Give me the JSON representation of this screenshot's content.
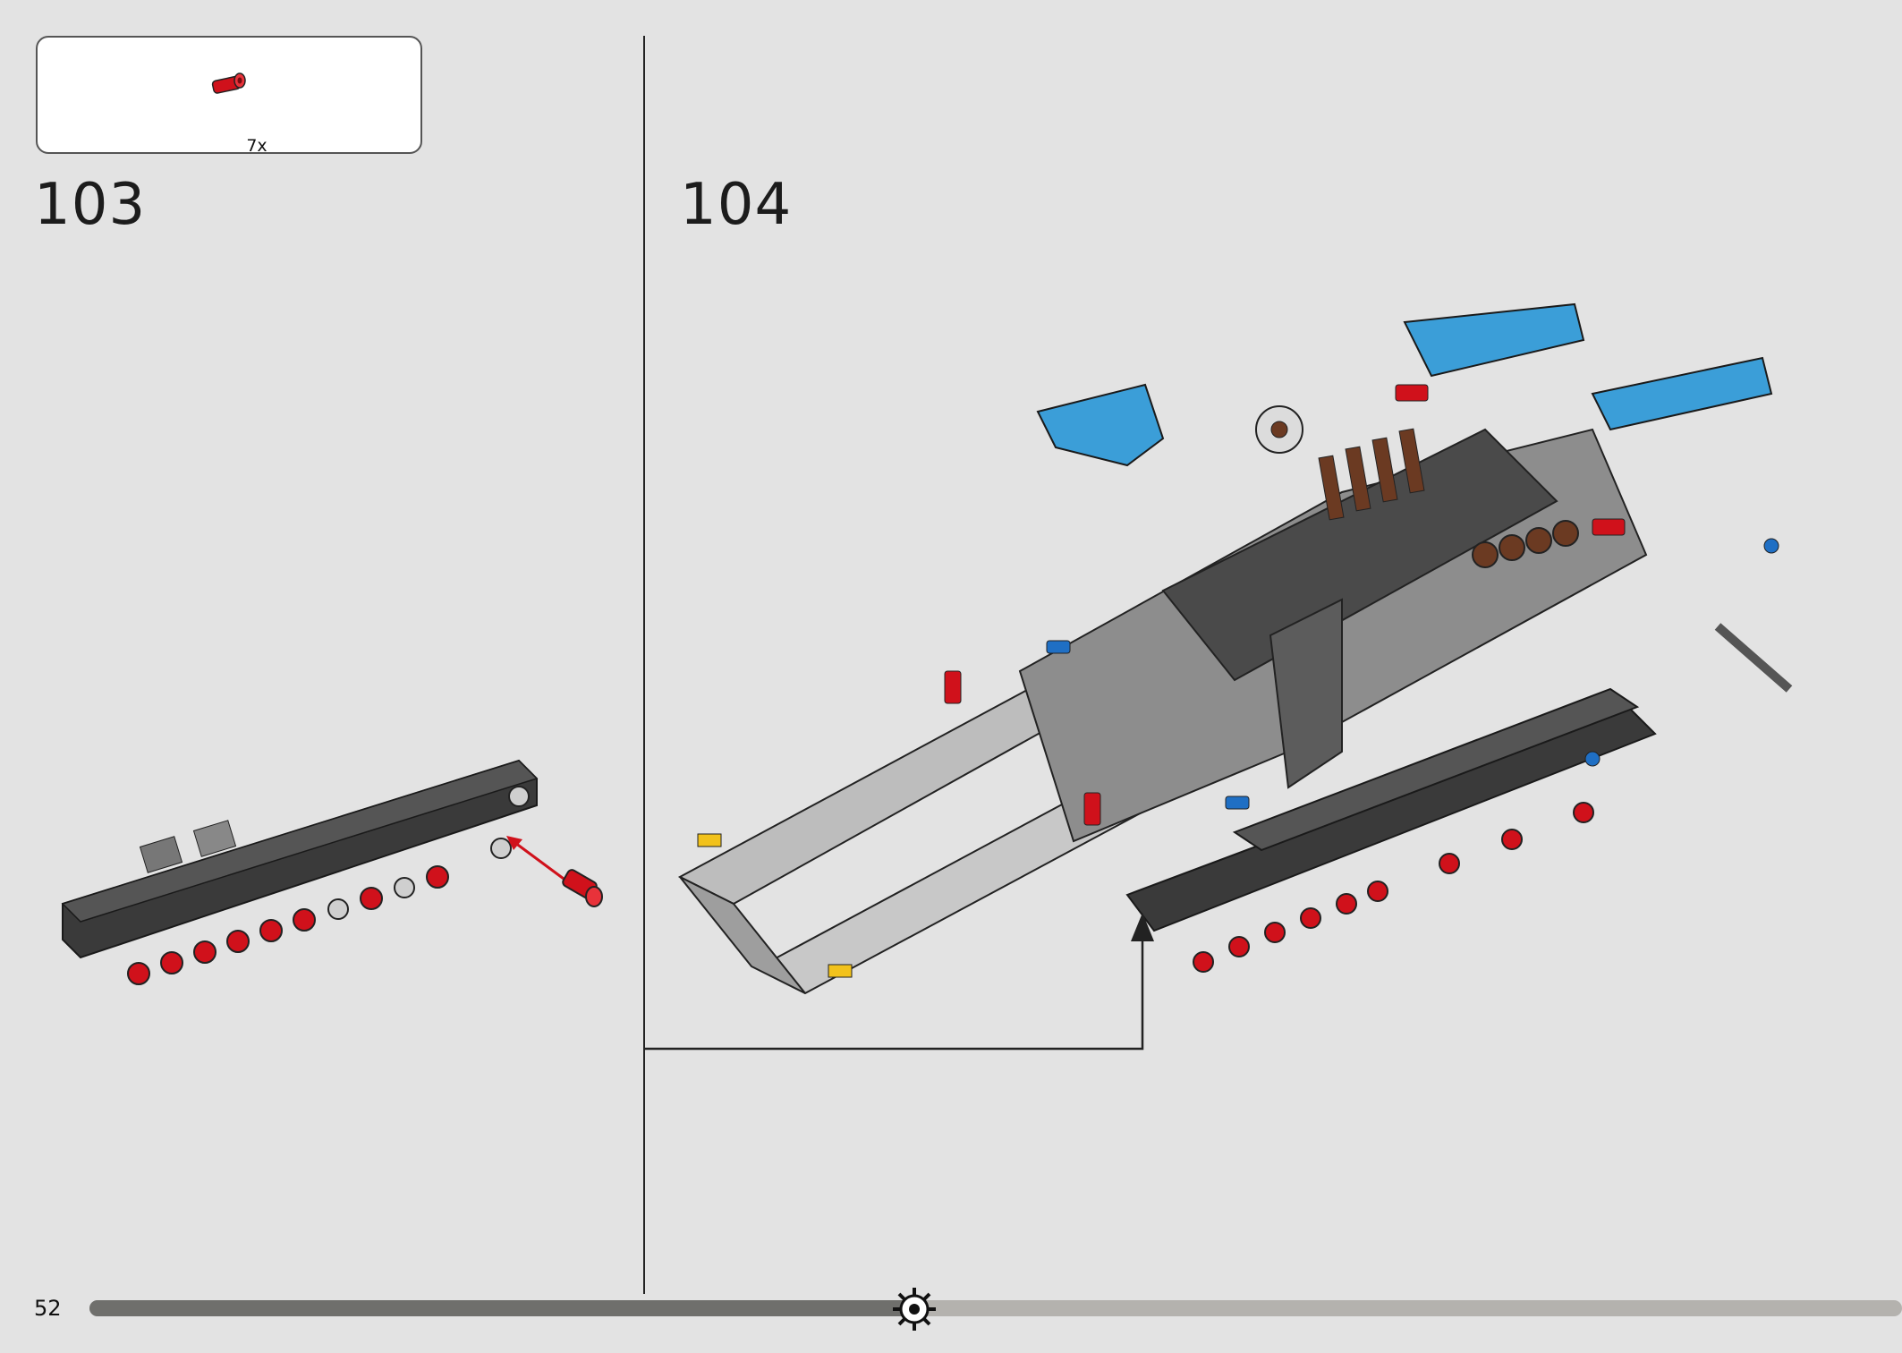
{
  "parts_box": {
    "quantity": "7x",
    "part_icon": "red-axle-pin-icon"
  },
  "steps": [
    {
      "number": "103"
    },
    {
      "number": "104"
    }
  ],
  "page": {
    "number": "52"
  },
  "progress": {
    "fraction": 0.455
  },
  "colors": {
    "background": "#e3e3e3",
    "beam_dark": "#3a3a3a",
    "beam_light": "#bdbdbd",
    "pin_red": "#d0111b",
    "accent_blue": "#3b9ed8",
    "axle_brown": "#6b3a22",
    "pin_yellow": "#f2c21b",
    "pin_blue": "#1f6fc4"
  }
}
